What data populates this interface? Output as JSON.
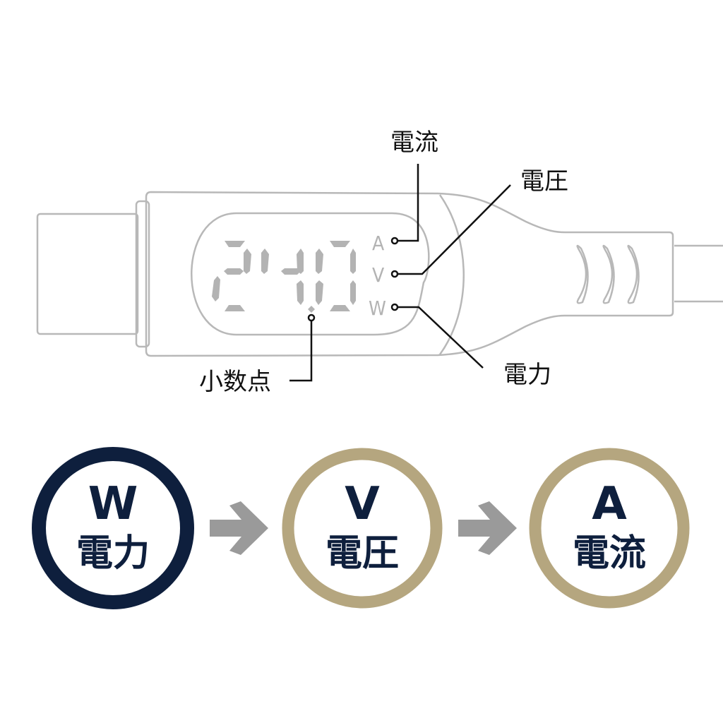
{
  "display": {
    "digits": [
      "2",
      "-",
      "4",
      "0"
    ],
    "units": [
      "A",
      "V",
      "W"
    ]
  },
  "callouts": {
    "current": "電流",
    "voltage": "電圧",
    "power": "電力",
    "decimal_point": "小数点"
  },
  "sequence": [
    {
      "letter": "W",
      "word": "電力",
      "ring_color": "#0e1f3d"
    },
    {
      "letter": "V",
      "word": "電圧",
      "ring_color": "#b5a67f"
    },
    {
      "letter": "A",
      "word": "電流",
      "ring_color": "#b5a67f"
    }
  ],
  "colors": {
    "text_dark": "#0e1f3d",
    "arrow": "#9a9a9a",
    "outline": "#b8b8b8",
    "segment": "#b3b3b3"
  }
}
